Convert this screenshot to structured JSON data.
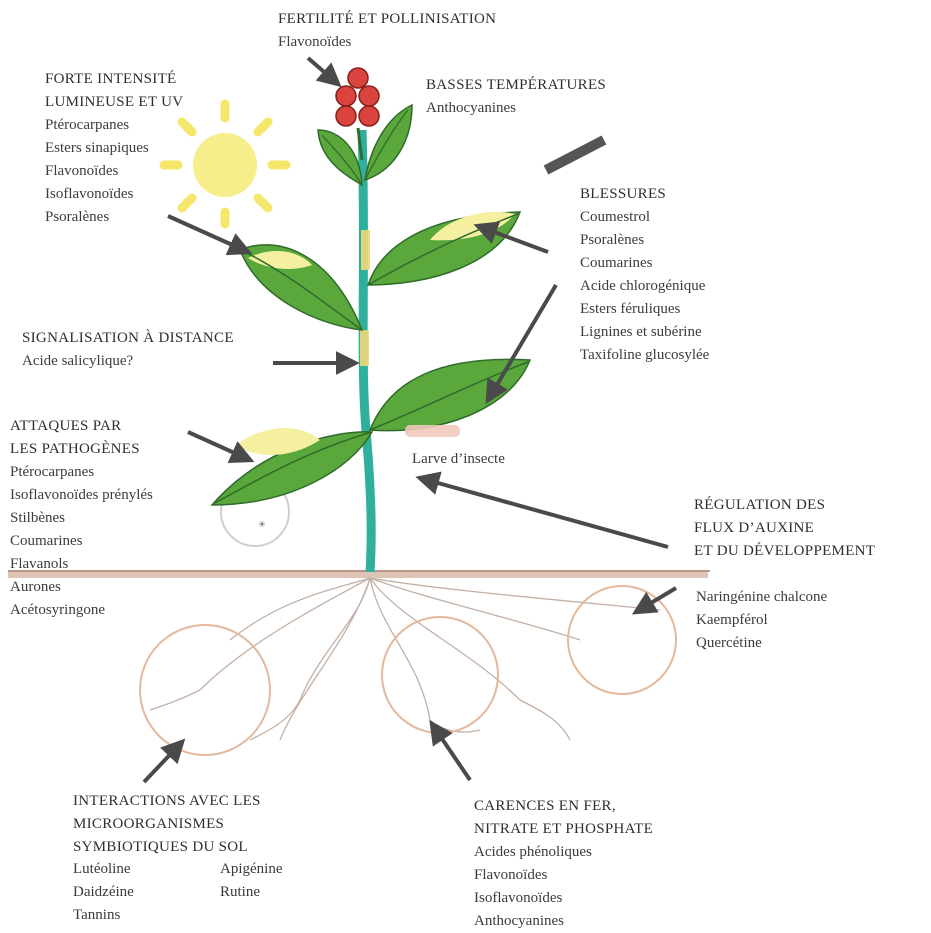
{
  "fertility": {
    "title": "FERTILITÉ ET POLLINISATION",
    "items": [
      "Flavonoïdes"
    ]
  },
  "light": {
    "title_line1": "FORTE INTENSITÉ",
    "title_line2": "LUMINEUSE ET UV",
    "items": [
      "Ptérocarpanes",
      "Esters sinapiques",
      "Flavonoïdes",
      "Isoflavonoïdes",
      "Psoralènes"
    ]
  },
  "cold": {
    "title": "BASSES TEMPÉRATURES",
    "items": [
      "Anthocyanines"
    ]
  },
  "wounds": {
    "title": "BLESSURES",
    "items": [
      "Coumestrol",
      "Psoralènes",
      "Coumarines",
      "Acide chlorogénique",
      "Esters féruliques",
      "Lignines et subérine",
      "Taxifoline glucosylée"
    ]
  },
  "signal": {
    "title": "SIGNALISATION À DISTANCE",
    "items": [
      "Acide salicylique?"
    ]
  },
  "pathogens": {
    "title_line1": "ATTAQUES PAR",
    "title_line2": "LES PATHOGÈNES",
    "items": [
      "Ptérocarpanes",
      "Isoflavonoïdes prénylés",
      "Stilbènes",
      "Coumarines",
      "Flavanols",
      "Aurones",
      "Acétosyringone"
    ]
  },
  "insect": {
    "label": "Larve d’insecte"
  },
  "auxin": {
    "title_line1": "RÉGULATION DES",
    "title_line2": "FLUX D’AUXINE",
    "title_line3": "ET DU DÉVELOPPEMENT",
    "items": [
      "Naringénine chalcone",
      "Kaempférol",
      "Quercétine"
    ]
  },
  "microbes": {
    "title_line1": "INTERACTIONS AVEC LES",
    "title_line2": "MICROORGANISMES",
    "title_line3": "SYMBIOTIQUES DU SOL",
    "col1": [
      "Lutéoline",
      "Daidzéine",
      "Tannins"
    ],
    "col2": [
      "Apigénine",
      "Rutine"
    ]
  },
  "deficiency": {
    "title_line1": "CARENCES EN FER,",
    "title_line2": "NITRATE ET PHOSPHATE",
    "items": [
      "Acides phénoliques",
      "Flavonoïdes",
      "Isoflavonoïdes",
      "Anthocyanines"
    ]
  },
  "colors": {
    "leaf": "#5aa83c",
    "leaf_dark": "#2f6b2a",
    "leaf_lesion": "#f4f0a0",
    "stem": "#2ab09a",
    "flower": "#d9443e",
    "sun": "#f5ea7a",
    "arrow": "#4a4a4a",
    "soil": "#c9a590",
    "root": "#b9a9a0"
  }
}
